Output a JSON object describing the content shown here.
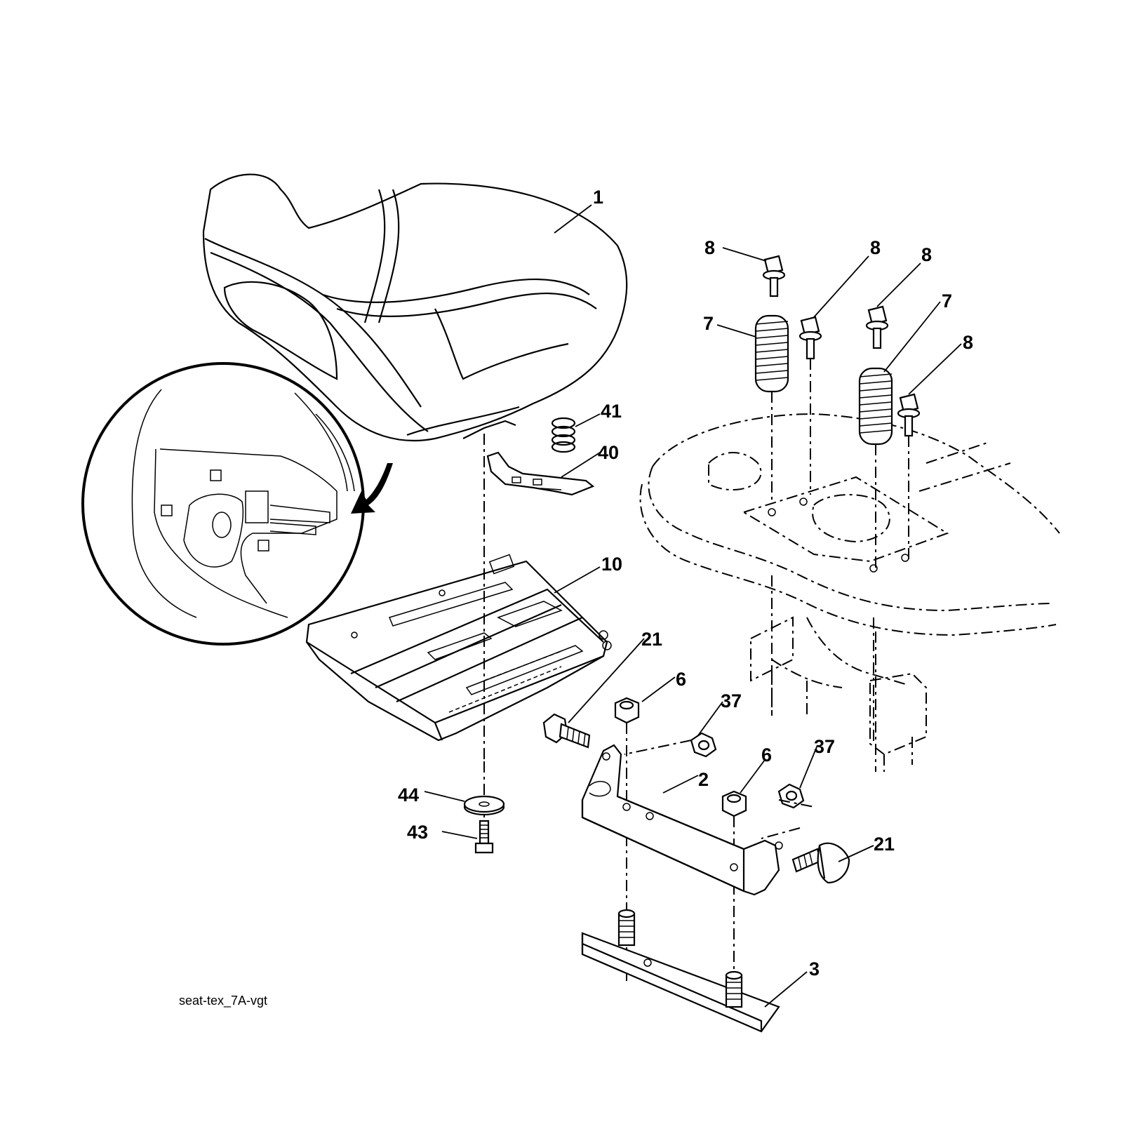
{
  "callouts": [
    {
      "id": "c1",
      "label": "1"
    },
    {
      "id": "c8a",
      "label": "8"
    },
    {
      "id": "c8b",
      "label": "8"
    },
    {
      "id": "c8c",
      "label": "8"
    },
    {
      "id": "c8d",
      "label": "8"
    },
    {
      "id": "c7a",
      "label": "7"
    },
    {
      "id": "c7b",
      "label": "7"
    },
    {
      "id": "c41",
      "label": "41"
    },
    {
      "id": "c40",
      "label": "40"
    },
    {
      "id": "c10",
      "label": "10"
    },
    {
      "id": "c21a",
      "label": "21"
    },
    {
      "id": "c6a",
      "label": "6"
    },
    {
      "id": "c37a",
      "label": "37"
    },
    {
      "id": "c6b",
      "label": "6"
    },
    {
      "id": "c37b",
      "label": "37"
    },
    {
      "id": "c2",
      "label": "2"
    },
    {
      "id": "c44",
      "label": "44"
    },
    {
      "id": "c43",
      "label": "43"
    },
    {
      "id": "c21b",
      "label": "21"
    },
    {
      "id": "c3",
      "label": "3"
    }
  ],
  "drawing_reference": "seat-tex_7A-vgt"
}
